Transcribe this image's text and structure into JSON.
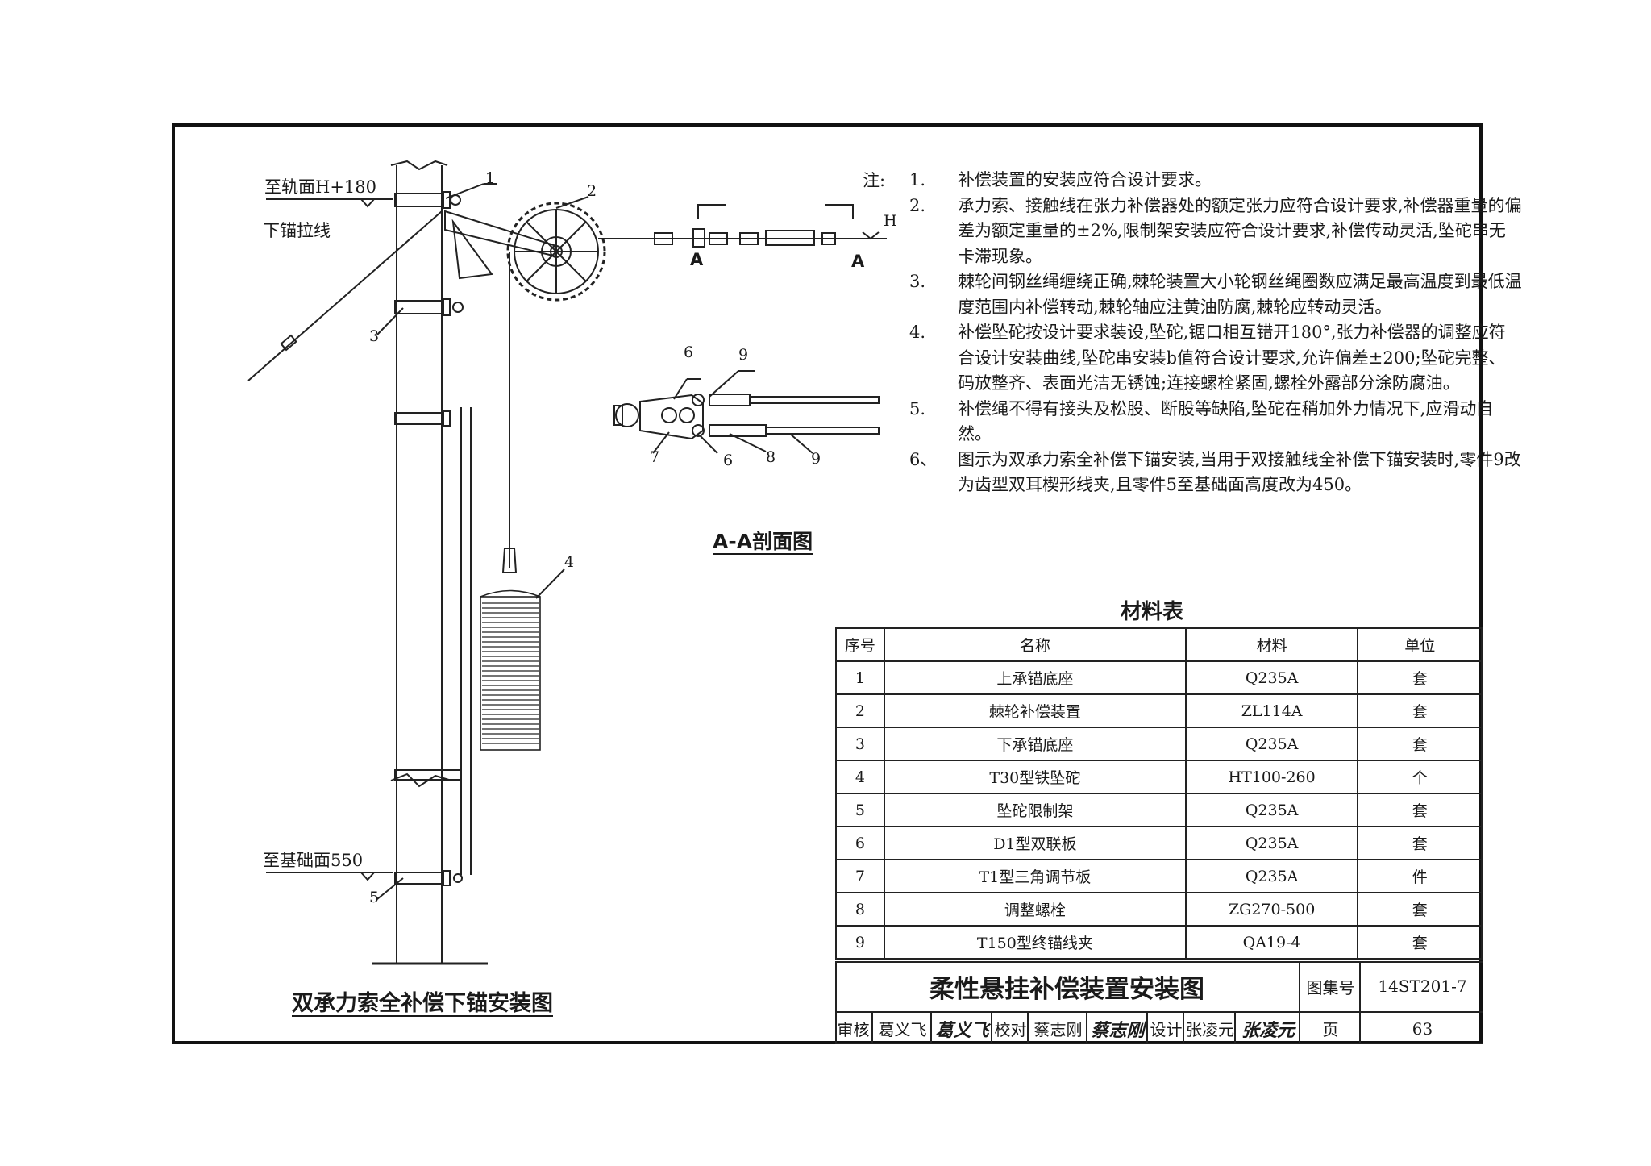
{
  "drawing": {
    "labels": {
      "rail_height": "至轨面H+180",
      "anchor_guy": "下锚拉线",
      "foundation_height": "至基础面550",
      "level_h": "H",
      "section_mark_a1": "A",
      "section_mark_a2": "A"
    },
    "callouts": [
      "1",
      "2",
      "3",
      "4",
      "5"
    ],
    "section_callouts": [
      "6",
      "9",
      "7",
      "6",
      "8",
      "9"
    ],
    "main_caption": "双承力索全补偿下锚安装图",
    "section_caption": "A-A剖面图"
  },
  "notes": {
    "head": "注:",
    "items": [
      {
        "n": "1.",
        "text": "补偿装置的安装应符合设计要求。"
      },
      {
        "n": "2.",
        "text": "承力索、接触线在张力补偿器处的额定张力应符合设计要求,补偿器重量的偏差为额定重量的±2%,限制架安装应符合设计要求,补偿传动灵活,坠砣串无卡滞现象。"
      },
      {
        "n": "3.",
        "text": "棘轮间钢丝绳缠绕正确,棘轮装置大小轮钢丝绳圈数应满足最高温度到最低温度范围内补偿转动,棘轮轴应注黄油防腐,棘轮应转动灵活。"
      },
      {
        "n": "4.",
        "text": "补偿坠砣按设计要求装设,坠砣,锯口相互错开180°,张力补偿器的调整应符合设计安装曲线,坠砣串安装b值符合设计要求,允许偏差±200;坠砣完整、码放整齐、表面光洁无锈蚀;连接螺栓紧固,螺栓外露部分涂防腐油。"
      },
      {
        "n": "5.",
        "text": "补偿绳不得有接头及松股、断股等缺陷,坠砣在稍加外力情况下,应滑动自然。"
      },
      {
        "n": "6、",
        "text": "图示为双承力索全补偿下锚安装,当用于双接触线全补偿下锚安装时,零件9改为齿型双耳楔形线夹,且零件5至基础面高度改为450。"
      }
    ]
  },
  "materials": {
    "title": "材料表",
    "headers": [
      "序号",
      "名称",
      "材料",
      "单位"
    ],
    "rows": [
      [
        "1",
        "上承锚底座",
        "Q235A",
        "套"
      ],
      [
        "2",
        "棘轮补偿装置",
        "ZL114A",
        "套"
      ],
      [
        "3",
        "下承锚底座",
        "Q235A",
        "套"
      ],
      [
        "4",
        "T30型铁坠砣",
        "HT100-260",
        "个"
      ],
      [
        "5",
        "坠砣限制架",
        "Q235A",
        "套"
      ],
      [
        "6",
        "D1型双联板",
        "Q235A",
        "套"
      ],
      [
        "7",
        "T1型三角调节板",
        "Q235A",
        "件"
      ],
      [
        "8",
        "调整螺栓",
        "ZG270-500",
        "套"
      ],
      [
        "9",
        "T150型终锚线夹",
        "QA19-4",
        "套"
      ]
    ]
  },
  "title_block": {
    "title": "柔性悬挂补偿装置安装图",
    "atlas_label": "图集号",
    "atlas_no": "14ST201-7",
    "review_label": "审核",
    "review_name": "葛义飞",
    "review_sign": "葛义飞",
    "check_label": "校对",
    "check_name": "蔡志刚",
    "check_sign": "蔡志刚",
    "design_label": "设计",
    "design_name": "张凌元",
    "design_sign": "张凌元",
    "page_label": "页",
    "page_no": "63"
  }
}
